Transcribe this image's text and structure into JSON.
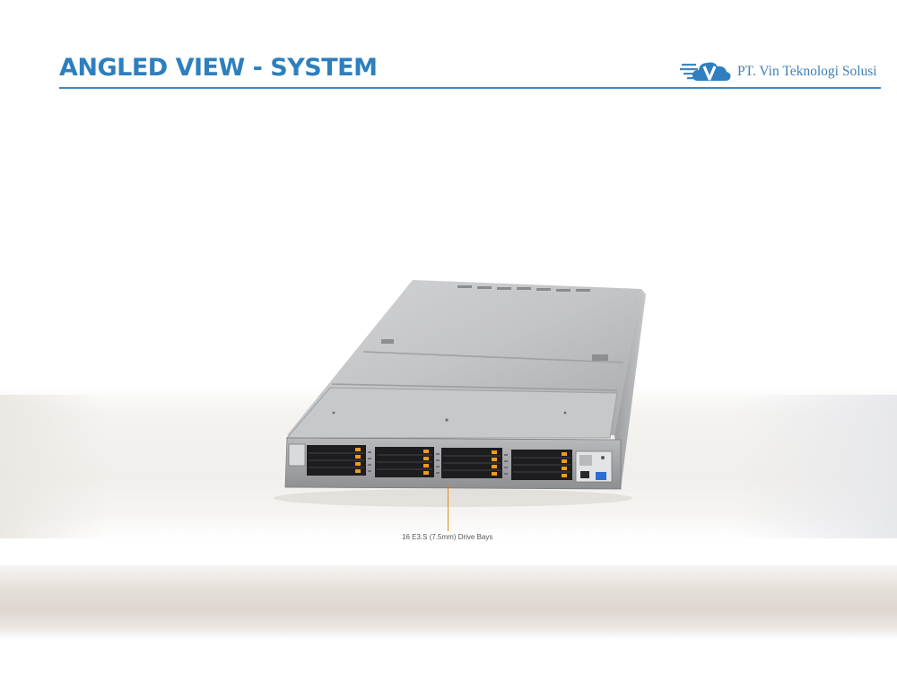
{
  "header": {
    "title": "ANGLED VIEW - SYSTEM",
    "logo_text": "PT. Vin Teknologi Solusi",
    "accent_color": "#2d7fbe"
  },
  "product_image": {
    "icon": "server-1u-icon",
    "drive_bay_callout": "16 E3.S (7.5mm) Drive Bays",
    "callout_color": "#e08a20"
  }
}
